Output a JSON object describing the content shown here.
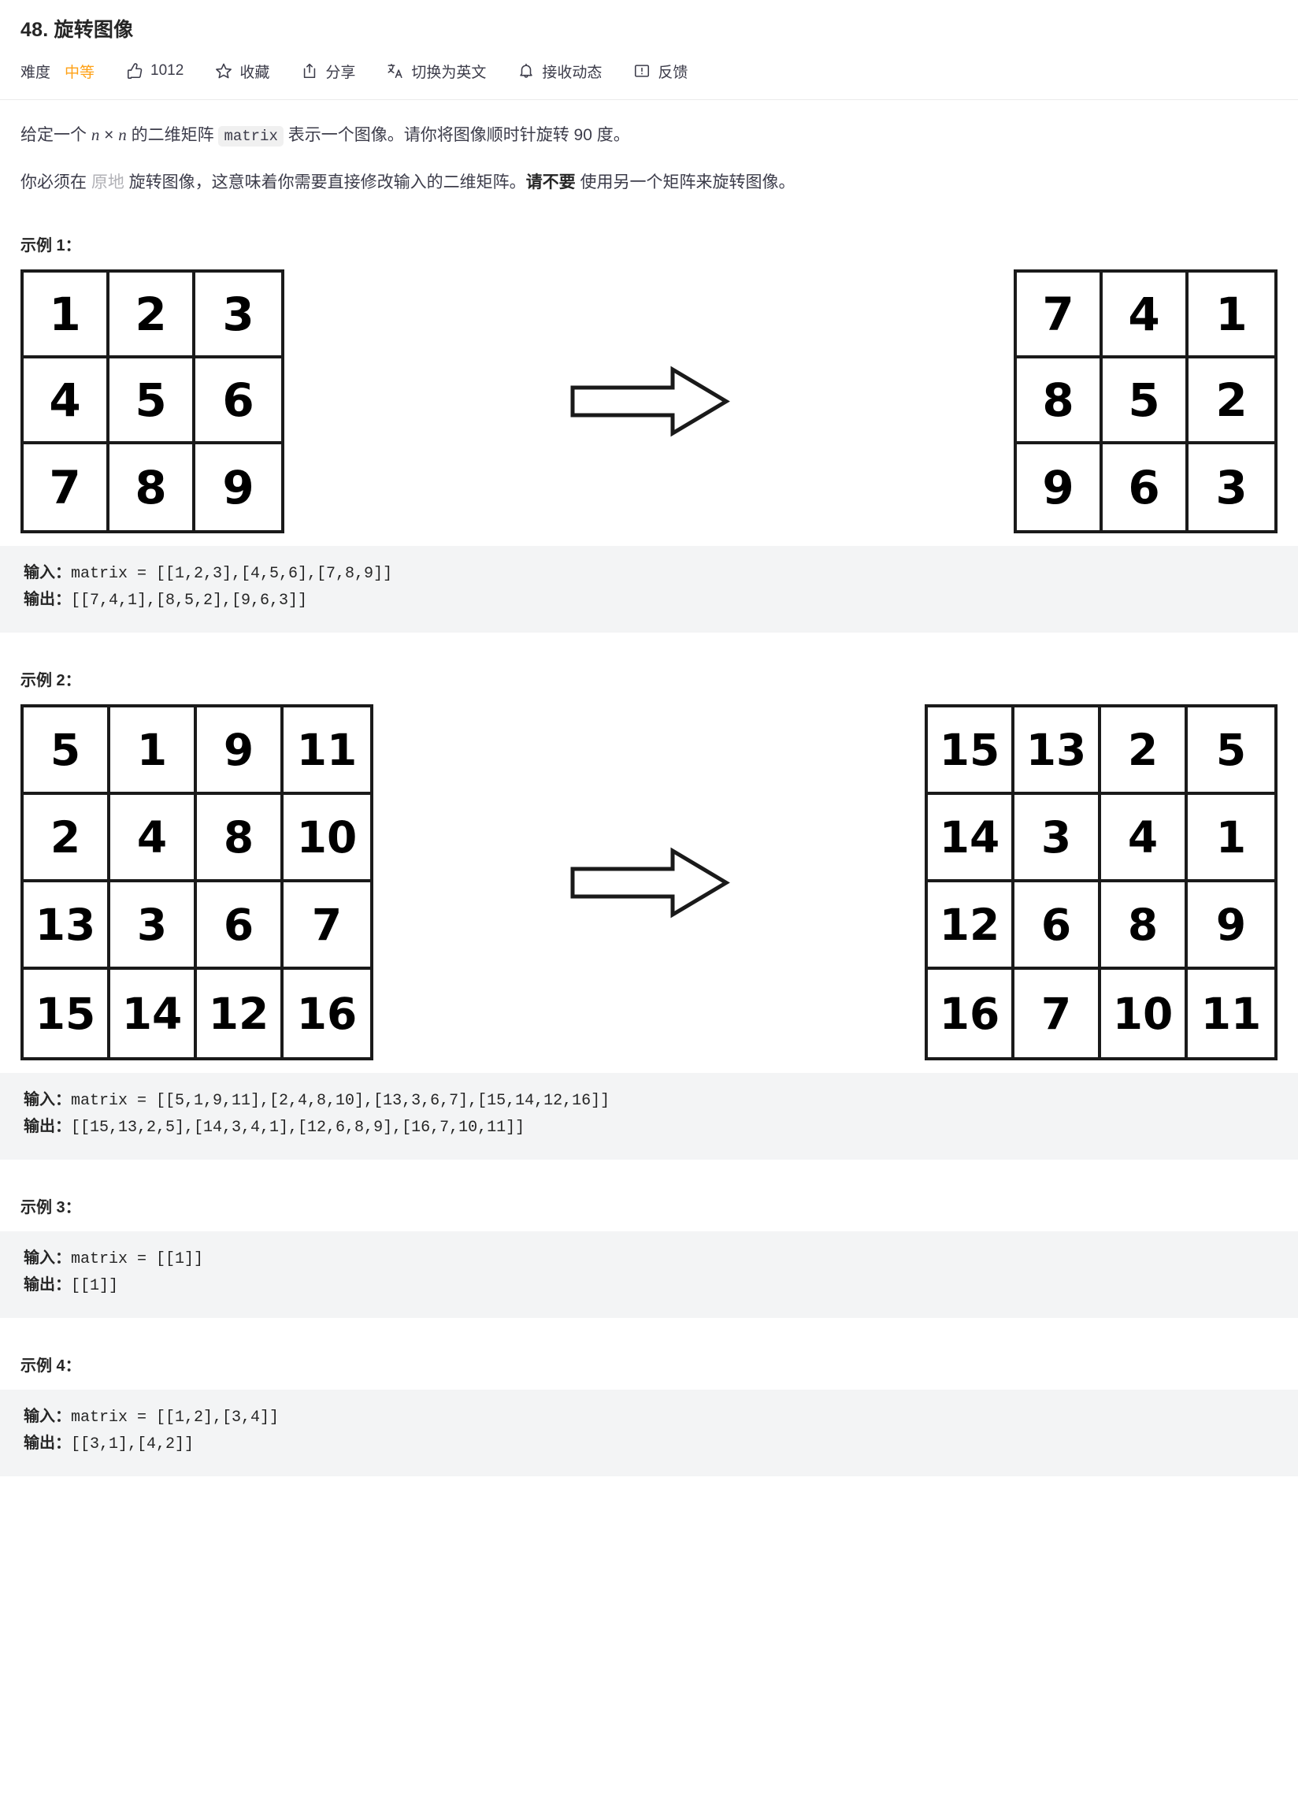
{
  "header": {
    "title": "48. 旋转图像",
    "difficulty_label": "难度",
    "difficulty_value": "中等",
    "likes_count": "1012",
    "favorite_label": "收藏",
    "share_label": "分享",
    "translate_label": "切换为英文",
    "subscribe_label": "接收动态",
    "feedback_label": "反馈",
    "accent_color": "#ffa116",
    "icons": {
      "thumbs_up": "thumbs-up-icon",
      "star": "star-icon",
      "share": "share-icon",
      "translate": "translate-icon",
      "bell": "bell-icon",
      "feedback": "feedback-icon"
    }
  },
  "description": {
    "p1_part1": "给定一个 ",
    "p1_var_n1": "n",
    "p1_times": " × ",
    "p1_var_n2": "n",
    "p1_part2": " 的二维矩阵 ",
    "p1_code": "matrix",
    "p1_part3": " 表示一个图像。请你将图像顺时针旋转 90 度。",
    "p2_part1": "你必须在 ",
    "p2_link": "原地",
    "p2_part2": " 旋转图像，这意味着你需要直接修改输入的二维矩阵。",
    "p2_bold": "请不要",
    "p2_part3": " 使用另一个矩阵来旋转图像。"
  },
  "examples": [
    {
      "heading": "示例 1：",
      "has_figure": true,
      "input_matrix": [
        [
          "1",
          "2",
          "3"
        ],
        [
          "4",
          "5",
          "6"
        ],
        [
          "7",
          "8",
          "9"
        ]
      ],
      "output_matrix": [
        [
          "7",
          "4",
          "1"
        ],
        [
          "8",
          "5",
          "2"
        ],
        [
          "9",
          "6",
          "3"
        ]
      ],
      "code_input_label": "输入：",
      "code_input_value": "matrix = [[1,2,3],[4,5,6],[7,8,9]]",
      "code_output_label": "输出：",
      "code_output_value": "[[7,4,1],[8,5,2],[9,6,3]]"
    },
    {
      "heading": "示例 2：",
      "has_figure": true,
      "input_matrix": [
        [
          "5",
          "1",
          "9",
          "11"
        ],
        [
          "2",
          "4",
          "8",
          "10"
        ],
        [
          "13",
          "3",
          "6",
          "7"
        ],
        [
          "15",
          "14",
          "12",
          "16"
        ]
      ],
      "output_matrix": [
        [
          "15",
          "13",
          "2",
          "5"
        ],
        [
          "14",
          "3",
          "4",
          "1"
        ],
        [
          "12",
          "6",
          "8",
          "9"
        ],
        [
          "16",
          "7",
          "10",
          "11"
        ]
      ],
      "code_input_label": "输入：",
      "code_input_value": "matrix = [[5,1,9,11],[2,4,8,10],[13,3,6,7],[15,14,12,16]]",
      "code_output_label": "输出：",
      "code_output_value": "[[15,13,2,5],[14,3,4,1],[12,6,8,9],[16,7,10,11]]"
    },
    {
      "heading": "示例 3：",
      "has_figure": false,
      "code_input_label": "输入：",
      "code_input_value": "matrix = [[1]]",
      "code_output_label": "输出：",
      "code_output_value": "[[1]]"
    },
    {
      "heading": "示例 4：",
      "has_figure": false,
      "code_input_label": "输入：",
      "code_input_value": "matrix = [[1,2],[3,4]]",
      "code_output_label": "输出：",
      "code_output_value": "[[3,1],[4,2]]"
    }
  ]
}
